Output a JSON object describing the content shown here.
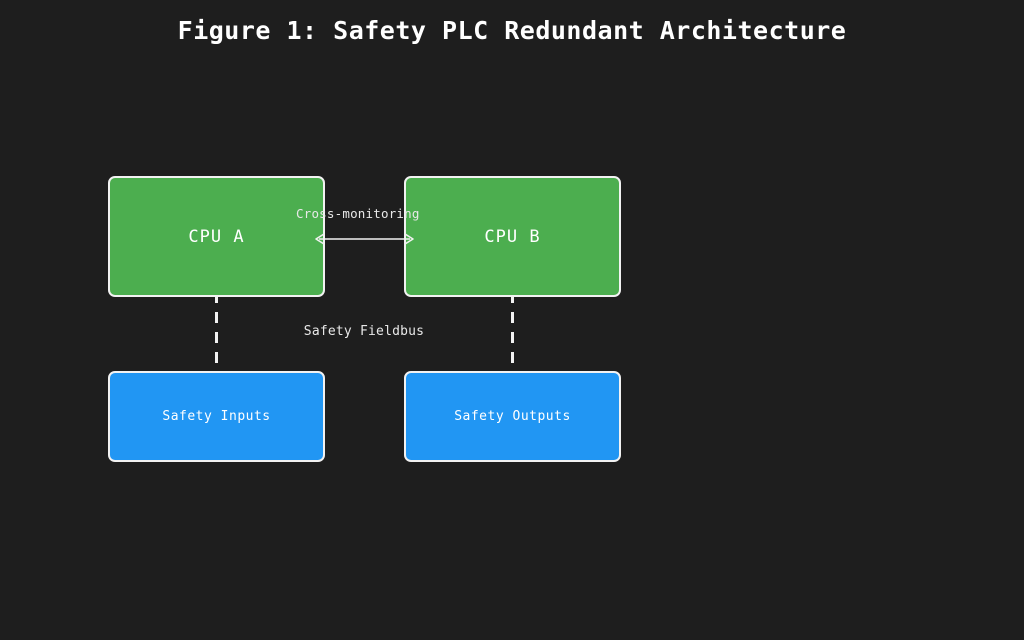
{
  "figure": {
    "title": "Figure 1: Safety PLC Redundant Architecture",
    "background_color": "#1e1e1e",
    "border_color": "#f2f2f2",
    "text_color": "#ffffff"
  },
  "nodes": [
    {
      "id": "cpu-a",
      "label": "CPU A",
      "kind": "cpu",
      "color": "#4cae4f"
    },
    {
      "id": "cpu-b",
      "label": "CPU B",
      "kind": "cpu",
      "color": "#4cae4f"
    },
    {
      "id": "safety-inputs",
      "label": "Safety Inputs",
      "kind": "io",
      "color": "#2196f3"
    },
    {
      "id": "safety-outputs",
      "label": "Safety Outputs",
      "kind": "io",
      "color": "#2196f3"
    }
  ],
  "connections": [
    {
      "id": "cross-monitoring",
      "label": "Cross-monitoring",
      "from": "cpu-a",
      "to": "cpu-b",
      "style": "solid",
      "arrows": "both",
      "color": "#f2f2f2"
    },
    {
      "id": "fieldbus-left",
      "label": "Safety Fieldbus",
      "from": "cpu-a",
      "to": "safety-inputs",
      "style": "dashed",
      "arrows": "none",
      "color": "#f2f2f2"
    },
    {
      "id": "fieldbus-right",
      "label": "",
      "from": "cpu-b",
      "to": "safety-outputs",
      "style": "dashed",
      "arrows": "none",
      "color": "#f2f2f2"
    }
  ]
}
